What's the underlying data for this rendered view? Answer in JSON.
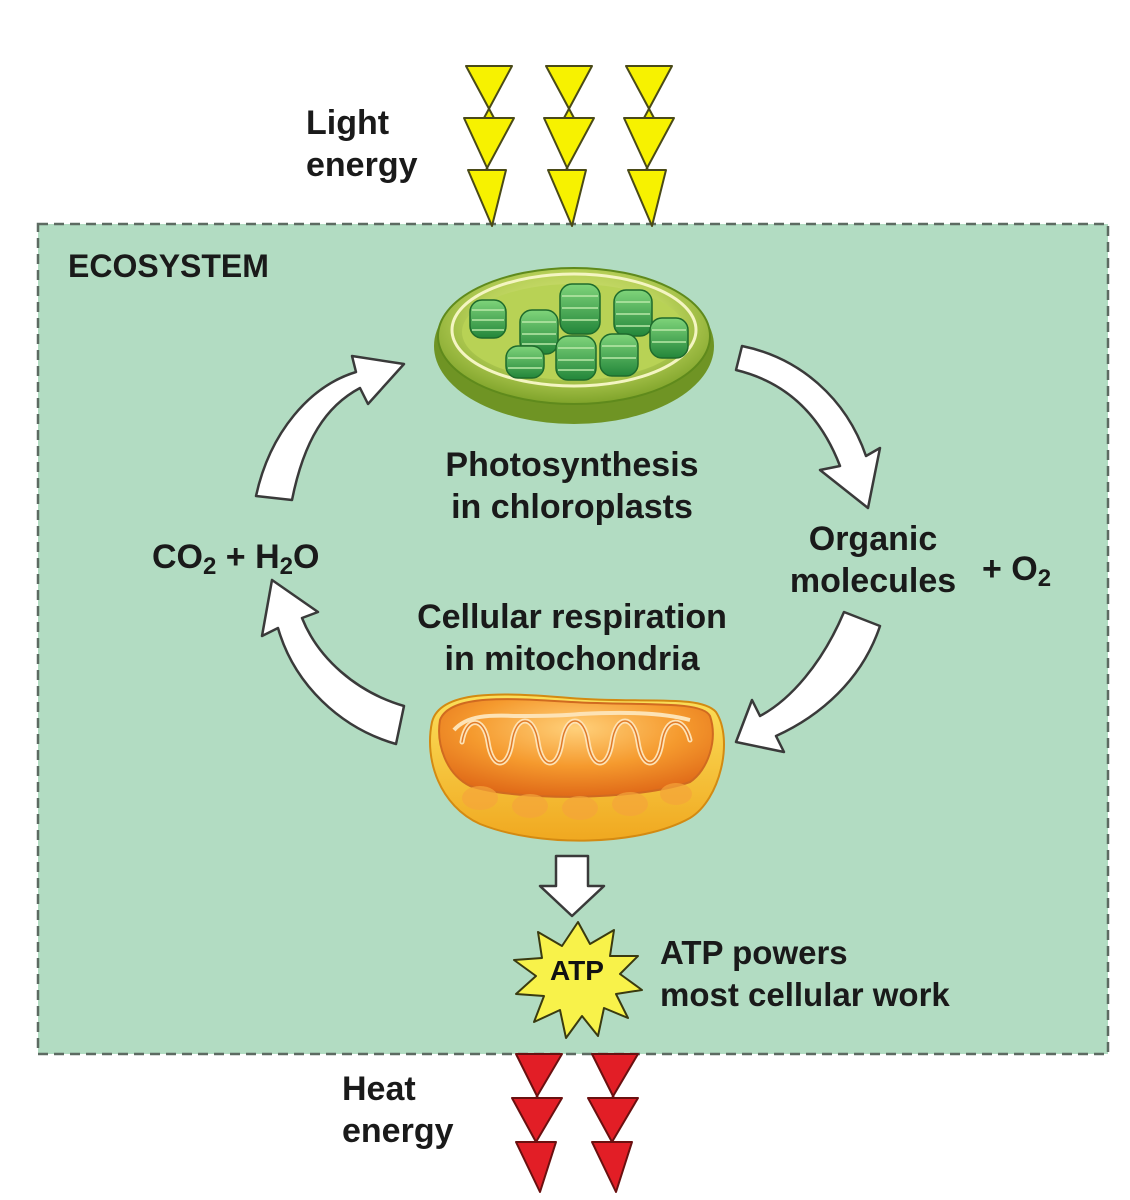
{
  "ecosystem_label": "ECOSYSTEM",
  "light_energy": [
    "Light",
    "energy"
  ],
  "photosynthesis": [
    "Photosynthesis",
    "in chloroplasts"
  ],
  "respiration": [
    "Cellular respiration",
    "in mitochondria"
  ],
  "organic_molecules": [
    "Organic",
    "molecules"
  ],
  "oxygen": {
    "prefix": "+ O",
    "sub": "2"
  },
  "reactants": {
    "c": "CO",
    "c_sub": "2",
    "mid": " + H",
    "h_sub": "2",
    "end": "O"
  },
  "atp_badge": "ATP",
  "atp_work": [
    "ATP powers",
    "most cellular work"
  ],
  "heat_energy": [
    "Heat",
    "energy"
  ],
  "colors": {
    "ecosystem_fill": "#b2dcc2",
    "ecosystem_border": "#5d6b62",
    "light_bolt": "#f7f200",
    "heat_bolt": "#e21e26",
    "chloroplast": "#9cc23c",
    "grana": "#3da846",
    "mitochondrion": "#f3962e",
    "atp_star": "#f8f24a"
  },
  "icons": [
    "lightning-bolt-icon",
    "chloroplast-icon",
    "mitochondrion-icon",
    "cycle-arrow-icon",
    "atp-starburst-icon"
  ]
}
